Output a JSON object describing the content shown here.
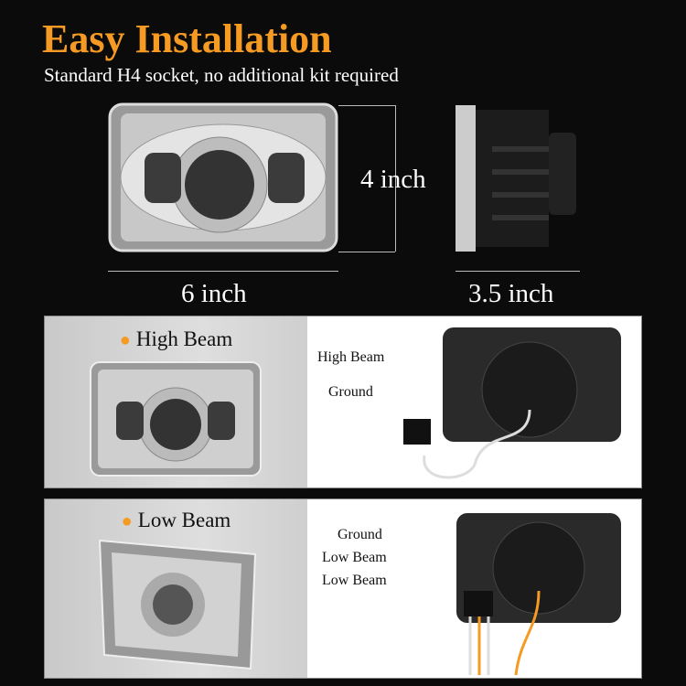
{
  "title": "Easy Installation",
  "subtitle": "Standard H4 socket, no additional kit required",
  "dimensions": {
    "width": "6 inch",
    "height": "4 inch",
    "depth": "3.5 inch"
  },
  "high_beam": {
    "title": "High Beam",
    "labels": [
      "High Beam",
      "Ground"
    ]
  },
  "low_beam": {
    "title": "Low Beam",
    "labels": [
      "Ground",
      "Low Beam",
      "Low Beam"
    ]
  },
  "colors": {
    "accent": "#f59a23",
    "background": "#0b0b0b"
  }
}
